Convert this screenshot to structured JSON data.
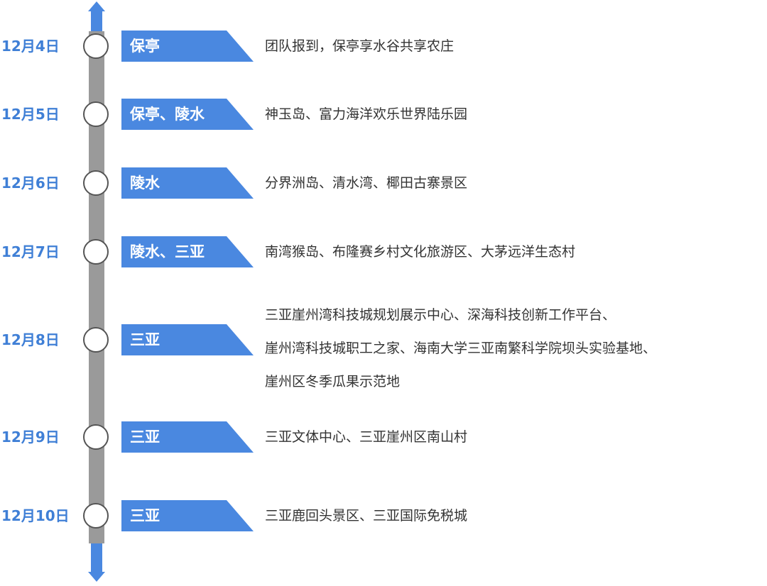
{
  "colors": {
    "accent": "#4a88e0",
    "date_text": "#3f7fd6",
    "axis": "#9a9a9a",
    "node_border": "#555555",
    "text": "#333333"
  },
  "timeline": [
    {
      "date": "12月4日",
      "place": "保亭",
      "lines": [
        "团队报到，保亭享水谷共享农庄"
      ]
    },
    {
      "date": "12月5日",
      "place": "保亭、陵水",
      "lines": [
        "神玉岛、富力海洋欢乐世界陆乐园"
      ]
    },
    {
      "date": "12月6日",
      "place": "陵水",
      "lines": [
        "分界洲岛、清水湾、椰田古寨景区"
      ]
    },
    {
      "date": "12月7日",
      "place": "陵水、三亚",
      "lines": [
        "南湾猴岛、布隆赛乡村文化旅游区、大茅远洋生态村"
      ]
    },
    {
      "date": "12月8日",
      "place": "三亚",
      "lines": [
        "三亚崖州湾科技城规划展示中心、深海科技创新工作平台、",
        "崖州湾科技城职工之家、海南大学三亚南繁科学院坝头实验基地、",
        "崖州区冬季瓜果示范地"
      ]
    },
    {
      "date": "12月9日",
      "place": "三亚",
      "lines": [
        "三亚文体中心、三亚崖州区南山村"
      ]
    },
    {
      "date": "12月10日",
      "place": "三亚",
      "lines": [
        "三亚鹿回头景区、三亚国际免税城"
      ]
    }
  ]
}
